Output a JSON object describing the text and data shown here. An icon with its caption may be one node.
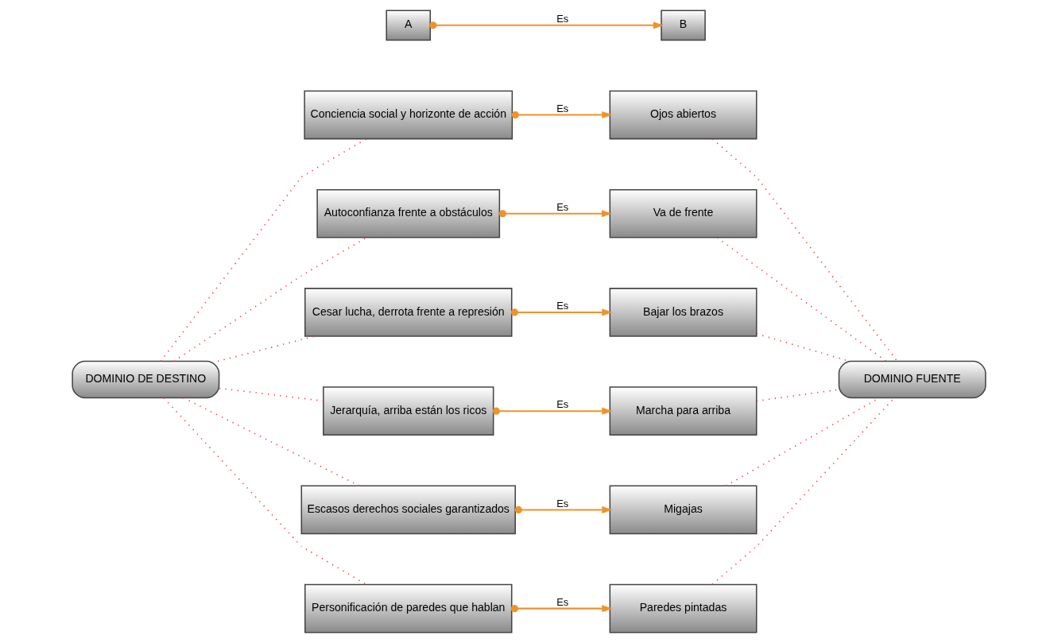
{
  "diagram": {
    "nodes": [
      {
        "text": [
          "A"
        ]
      },
      {
        "text": [
          "B"
        ]
      },
      {
        "text": [
          "Conciencia social y horizonte de acción"
        ]
      },
      {
        "text": [
          "Ojos abiertos"
        ]
      },
      {
        "text": [
          "Autoconfianza frente a obstáculos"
        ]
      },
      {
        "text": [
          "Va de frente"
        ]
      },
      {
        "text": [
          "Cesar lucha, derrota frente a represión"
        ]
      },
      {
        "text": [
          "Bajar los brazos"
        ]
      },
      {
        "text": [
          "DOMINIO DE DESTINO"
        ]
      },
      {
        "text": [
          "DOMINIO FUENTE"
        ]
      },
      {
        "text": [
          "Jerarquía, arriba están los ricos"
        ]
      },
      {
        "text": [
          "Marcha para arriba"
        ]
      },
      {
        "text": [
          "Escasos derechos sociales garantizados"
        ]
      },
      {
        "text": [
          "Migajas"
        ]
      },
      {
        "text": [
          "Personificación de paredes que hablan"
        ]
      },
      {
        "text": [
          "Paredes pintadas"
        ]
      }
    ],
    "edges": [
      {
        "from": 0,
        "to": 1,
        "arrow": "to",
        "label": "Es",
        "color": "#f0922b"
      },
      {
        "from": 2,
        "to": 3,
        "arrow": "to",
        "label": "Es",
        "color": "#f0922b"
      },
      {
        "from": 4,
        "to": 5,
        "arrow": "to",
        "label": "Es",
        "color": "#f0922b"
      },
      {
        "from": 6,
        "to": 7,
        "arrow": "to",
        "label": "Es",
        "color": "#f0922b"
      },
      {
        "from": 10,
        "to": 11,
        "arrow": "to",
        "label": "Es",
        "color": "#f0922b"
      },
      {
        "from": 12,
        "to": 13,
        "arrow": "to",
        "label": "Es",
        "color": "#f0922b"
      },
      {
        "from": 14,
        "to": 15,
        "arrow": "to",
        "label": "Es",
        "color": "#f0922b"
      },
      {
        "from": 8,
        "to": 2,
        "arrow": "none",
        "style": "dashed"
      },
      {
        "from": 8,
        "to": 4,
        "arrow": "none",
        "style": "dashed"
      },
      {
        "from": 8,
        "to": 6,
        "arrow": "none",
        "style": "dashed"
      },
      {
        "from": 8,
        "to": 10,
        "arrow": "none",
        "style": "dashed"
      },
      {
        "from": 8,
        "to": 12,
        "arrow": "none",
        "style": "dashed"
      },
      {
        "from": 8,
        "to": 14,
        "arrow": "none",
        "style": "dashed"
      },
      {
        "from": 3,
        "to": 9,
        "arrow": "none",
        "style": "dashed"
      },
      {
        "from": 5,
        "to": 9,
        "arrow": "none",
        "style": "dashed"
      },
      {
        "from": 7,
        "to": 9,
        "arrow": "none",
        "style": "dashed"
      },
      {
        "from": 11,
        "to": 9,
        "arrow": "none",
        "style": "dashed"
      },
      {
        "from": 13,
        "to": 9,
        "arrow": "none",
        "style": "dashed"
      },
      {
        "from": 15,
        "to": 9,
        "arrow": "none",
        "style": "dashed"
      }
    ]
  }
}
